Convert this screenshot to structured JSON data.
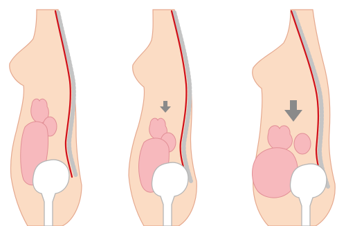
{
  "figures": [
    {
      "name": "figure-normal-posture",
      "arrow": "none"
    },
    {
      "name": "figure-mild-prolapse",
      "arrow": "small-down-arrow"
    },
    {
      "name": "figure-severe-prolapse",
      "arrow": "large-down-arrow"
    }
  ],
  "colors": {
    "skin": "#fbdcc4",
    "skin_outline": "#e5a98f",
    "spine": "#d0101a",
    "vertebrae": "#b9b9b9",
    "organ": "#f7b9bd",
    "organ_outline": "#e18e95",
    "pelvis": "#ffffff",
    "pelvis_outline": "#b5b5b5",
    "arrow": "#8a8a8a"
  }
}
